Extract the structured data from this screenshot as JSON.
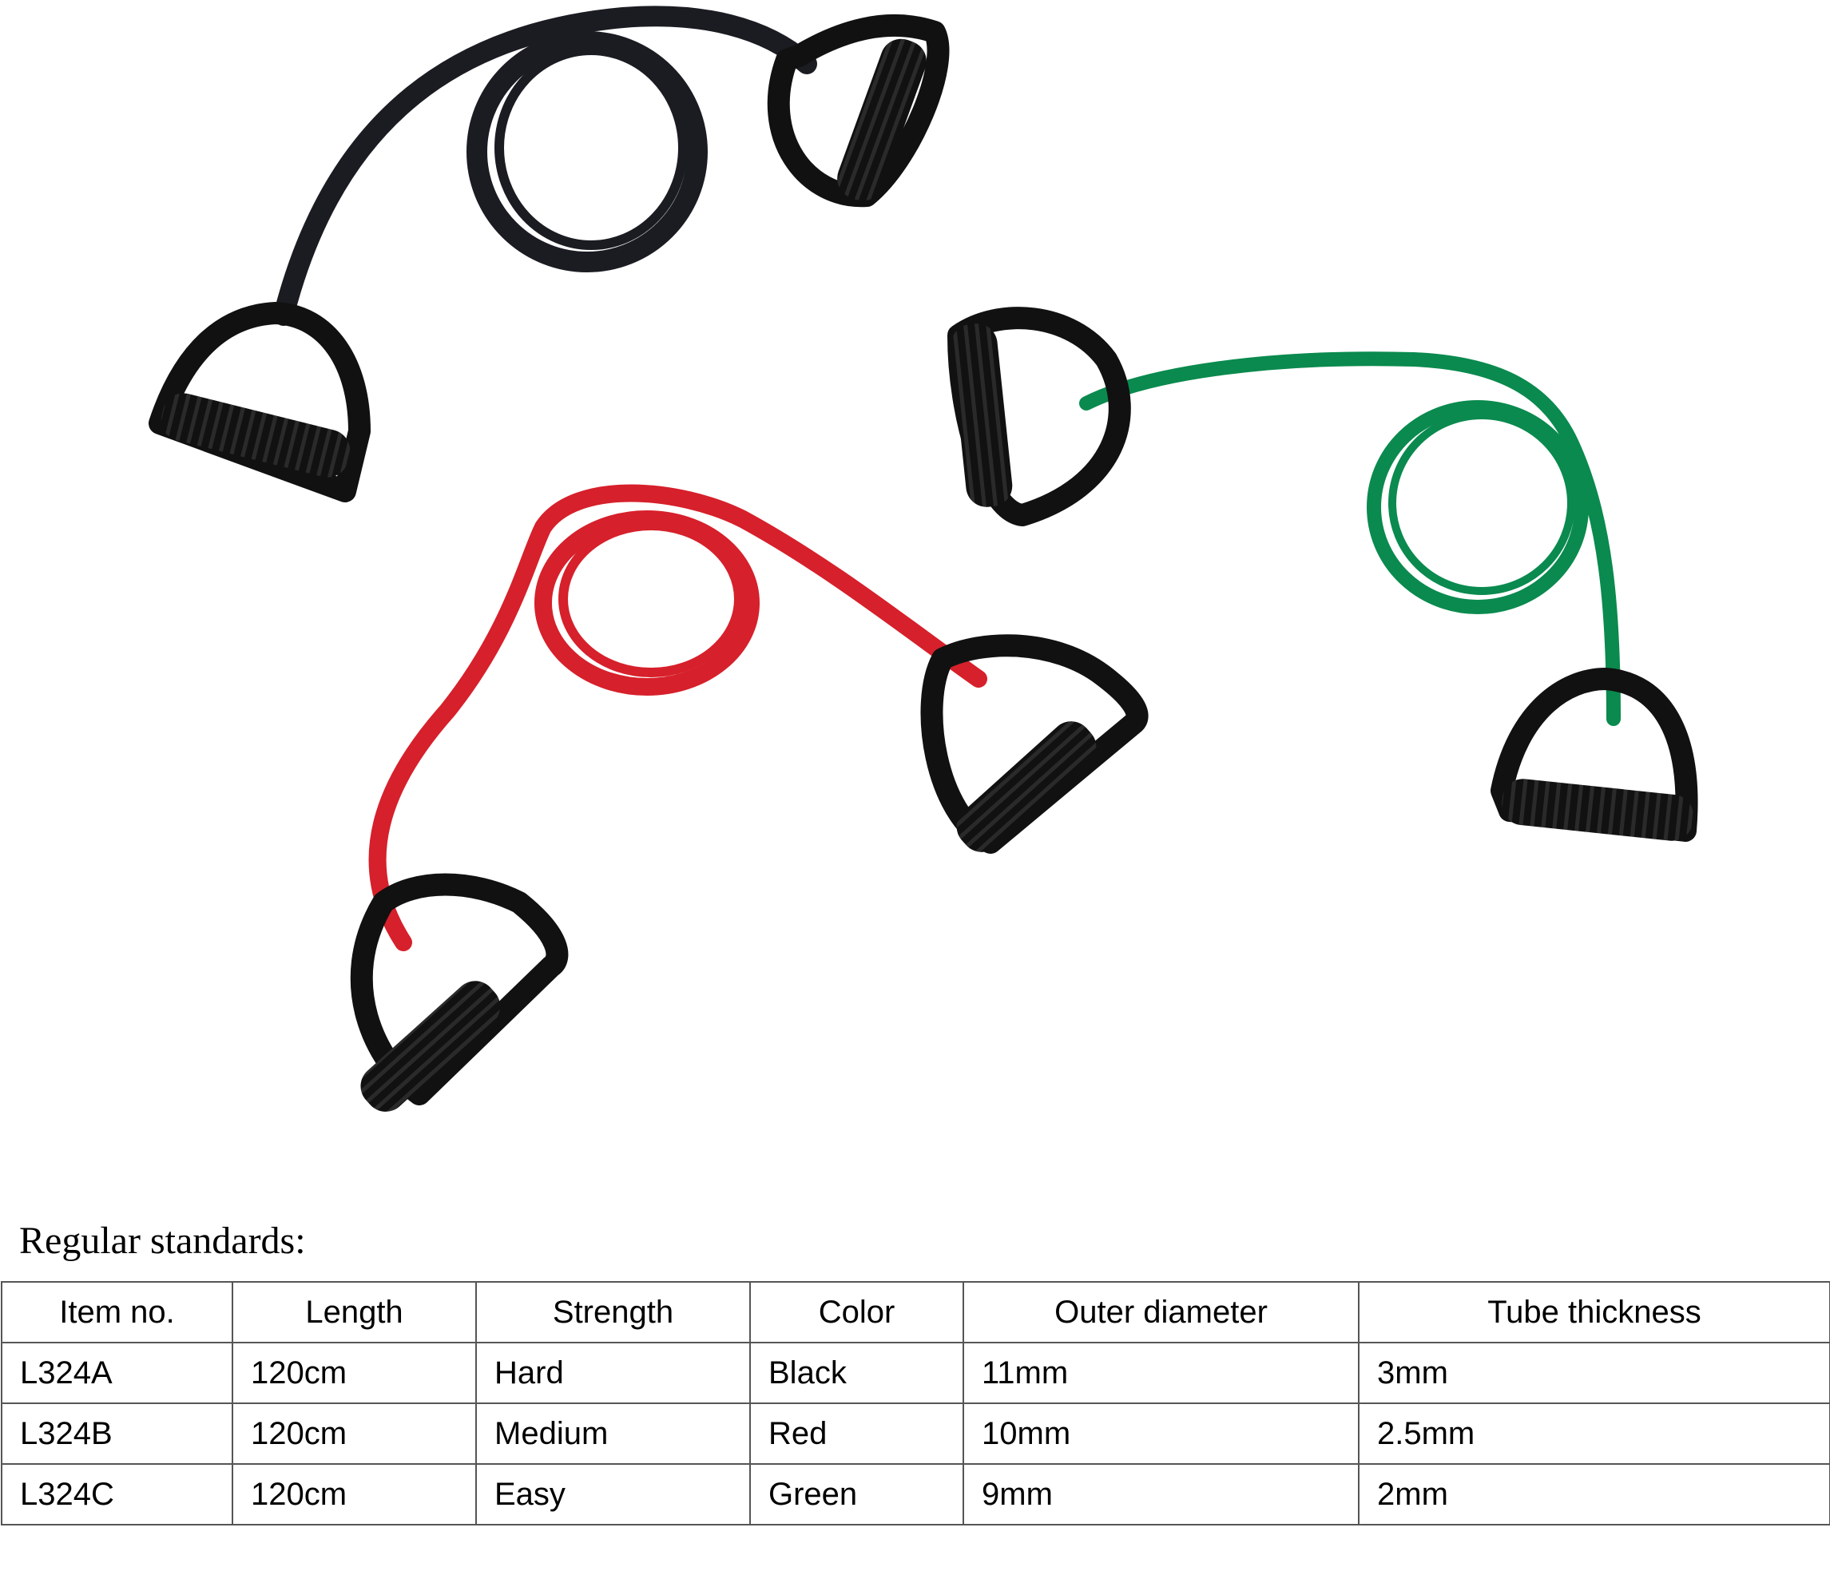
{
  "heading": "Regular standards:",
  "table": {
    "headers": [
      "Item no.",
      "Length",
      "Strength",
      "Color",
      "Outer diameter",
      "Tube thickness"
    ],
    "rows": [
      [
        "L324A",
        "120cm",
        "Hard",
        "Black",
        "11mm",
        "3mm"
      ],
      [
        "L324B",
        "120cm",
        "Medium",
        "Red",
        "10mm",
        "2.5mm"
      ],
      [
        "L324C",
        "120cm",
        "Easy",
        "Green",
        "9mm",
        "2mm"
      ]
    ]
  },
  "bands": [
    {
      "color_name": "Black",
      "tube_color": "#1b1c22"
    },
    {
      "color_name": "Red",
      "tube_color": "#d6202b"
    },
    {
      "color_name": "Green",
      "tube_color": "#0a8a4e"
    }
  ],
  "handle_color": "#111111"
}
